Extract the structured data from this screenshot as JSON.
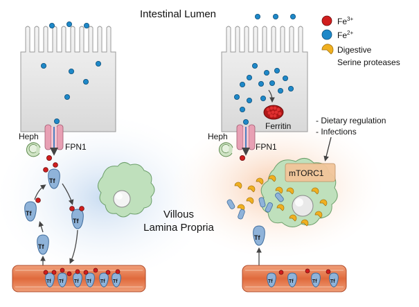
{
  "title": "Intestinal Lumen",
  "region_label_line1": "Villous",
  "region_label_line2": "Lamina Propria",
  "legend": {
    "fe3": "Fe",
    "fe3_sup": "3+",
    "fe2": "Fe",
    "fe2_sup": "2+",
    "proteases_line1": "Digestive",
    "proteases_line2": "Serine proteases"
  },
  "labels": {
    "heph_left": "Heph",
    "fpn1_left": "FPN1",
    "heph_right": "Heph",
    "fpn1_right": "FPN1",
    "ferritin": "Ferritin",
    "mtorc1": "mTORC1",
    "tf": "Tf"
  },
  "notes": {
    "line1": "- Dietary regulation",
    "line2": "- Infections"
  },
  "colors": {
    "fe3": "#d01e1e",
    "fe2": "#1e88c8",
    "protease": "#f0b020",
    "tf": "#8fb3d9",
    "fpn1": "#e8a0b4",
    "heph": "#cfe3c4",
    "vessel": "#e07040",
    "macrophage": "#bfe0bc",
    "glow_left": "#dbe8f5",
    "glow_right": "#fbdcc8"
  }
}
